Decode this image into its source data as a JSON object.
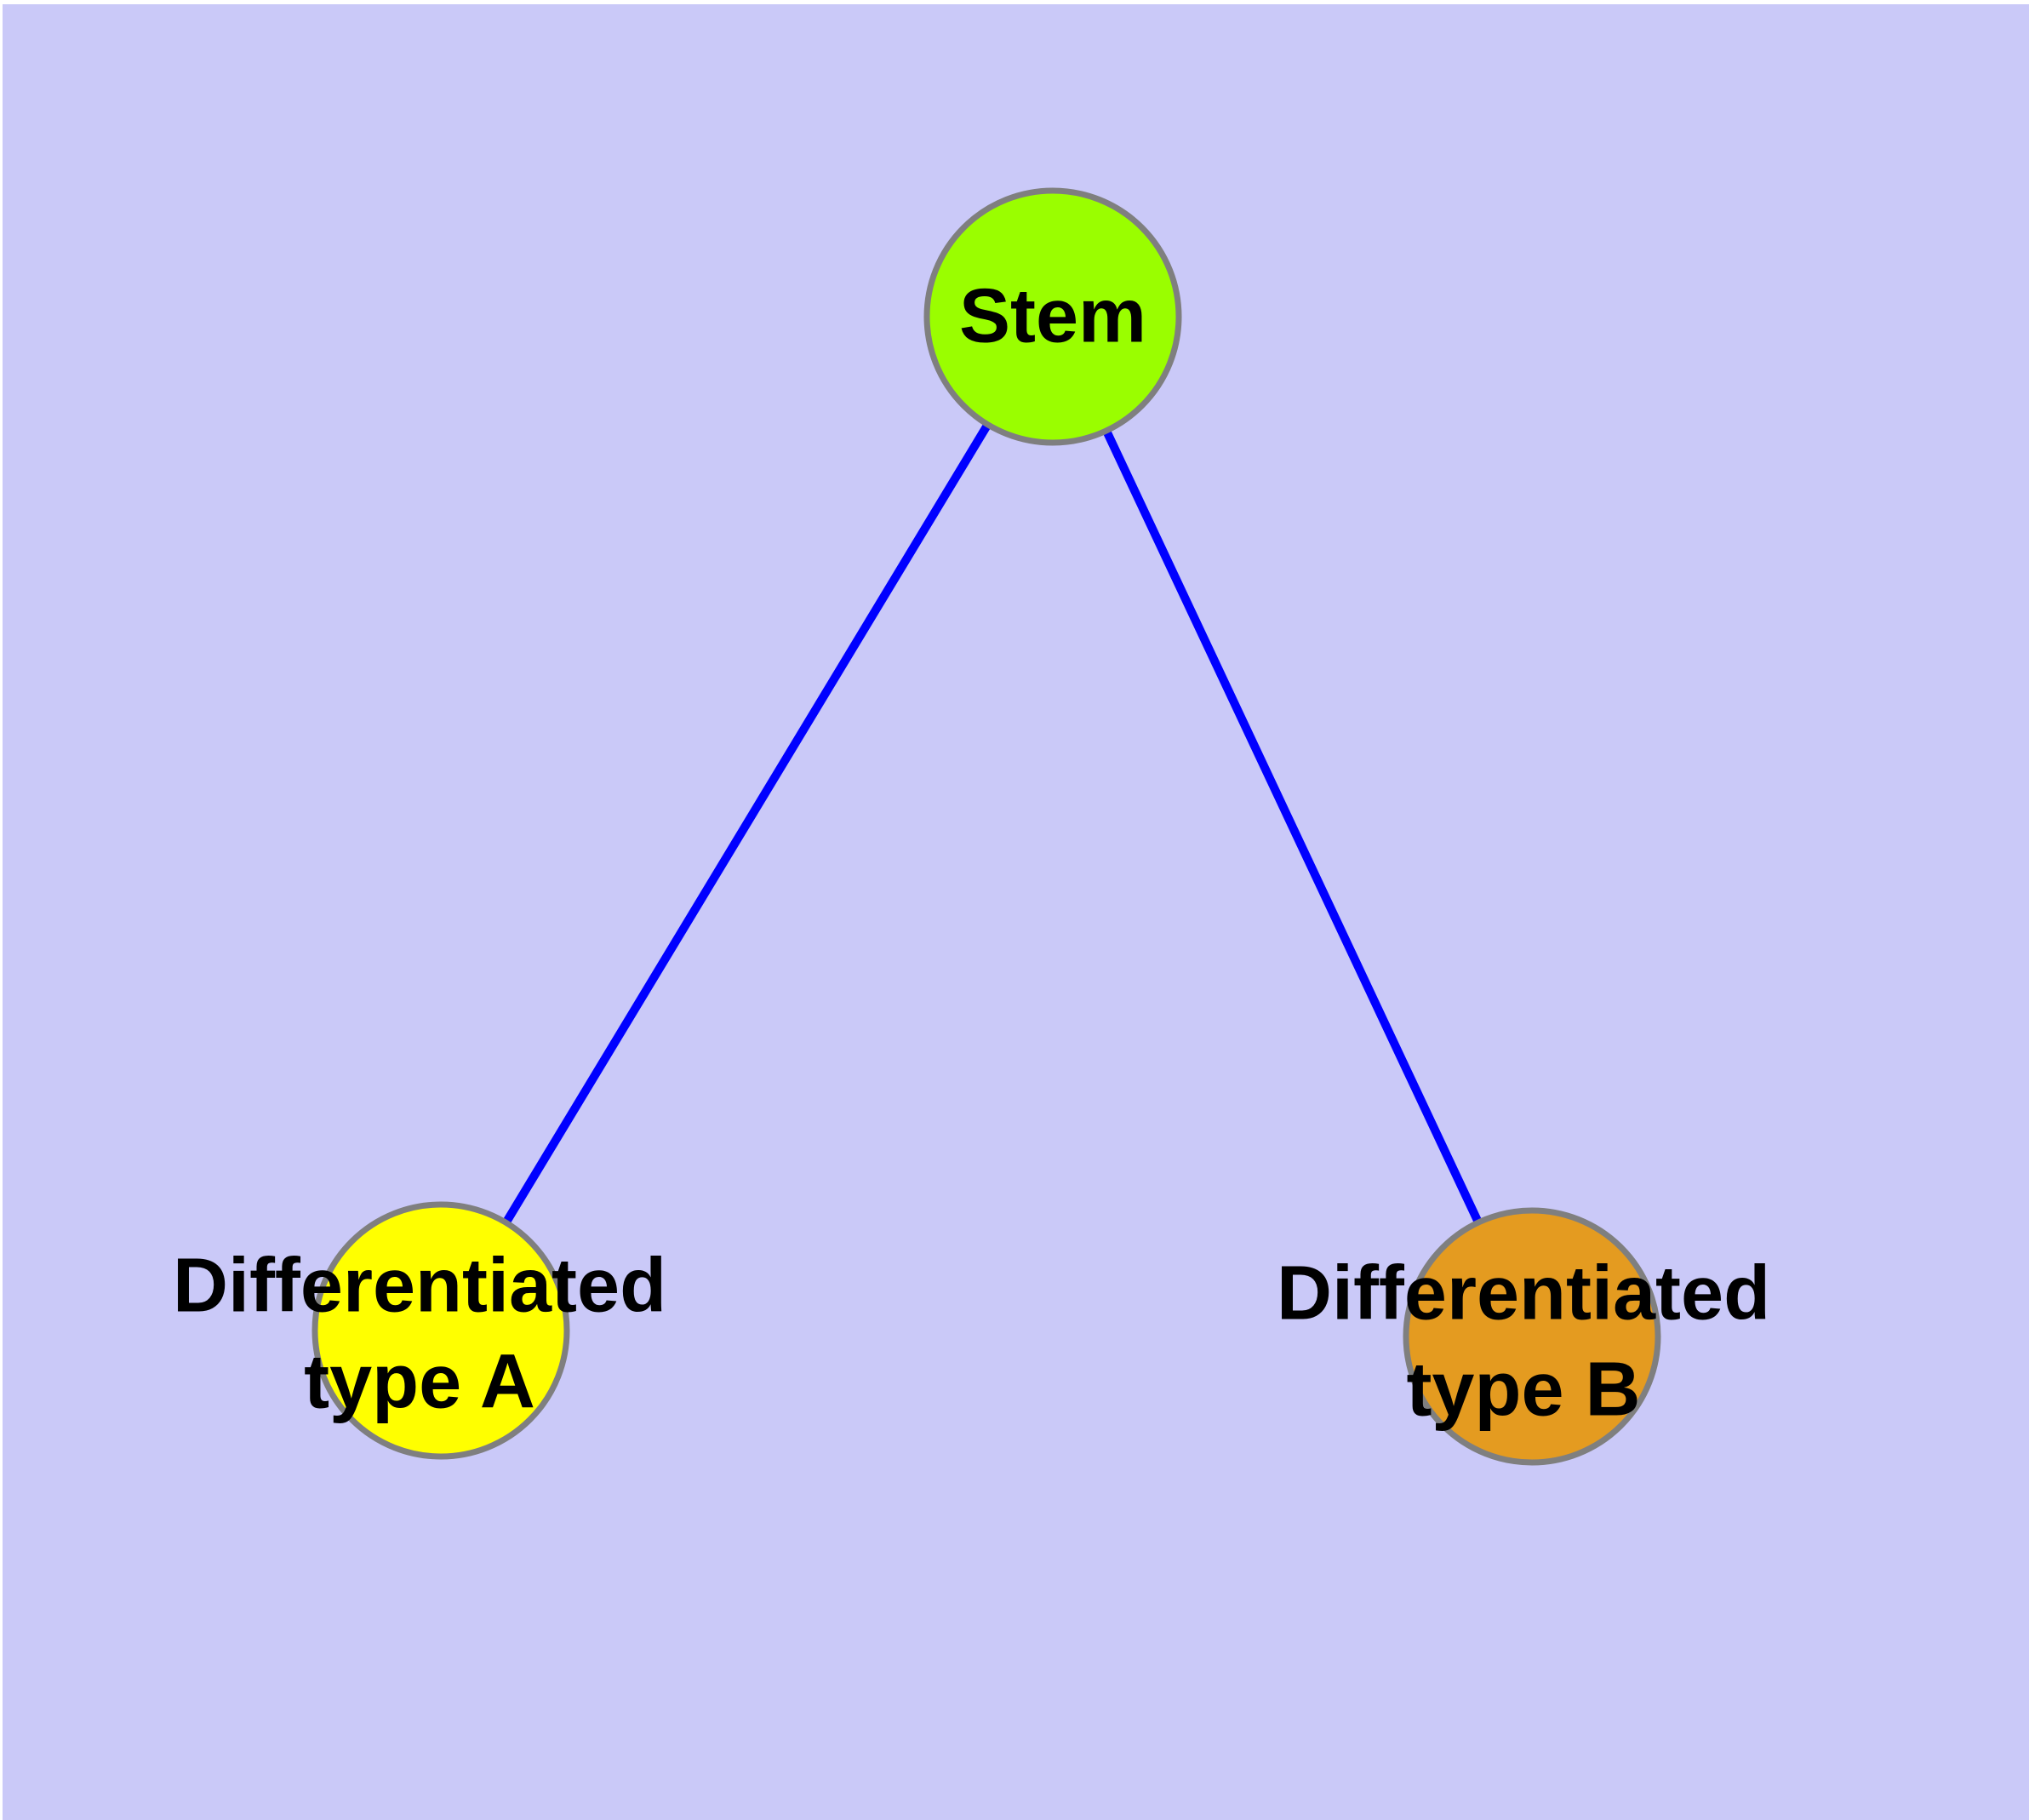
{
  "diagram": {
    "type": "graph",
    "description": "Stem cell differentiation tree: one stem node with two differentiated child nodes",
    "background_color": "#cac9f8",
    "edge_color": "#0000ff",
    "node_border_color": "#7f7f7f",
    "label_color": "#000000",
    "nodes": [
      {
        "id": "stem",
        "label": "Stem",
        "color": "#9afe00"
      },
      {
        "id": "differentiated-type-a",
        "label": "Differentiated\ntype A",
        "color": "#ffff00"
      },
      {
        "id": "differentiated-type-b",
        "label": "Differentiated\ntype B",
        "color": "#e49b20"
      }
    ],
    "edges": [
      {
        "from": "Stem",
        "to": "Differentiated type A"
      },
      {
        "from": "Stem",
        "to": "Differentiated type B"
      }
    ]
  }
}
